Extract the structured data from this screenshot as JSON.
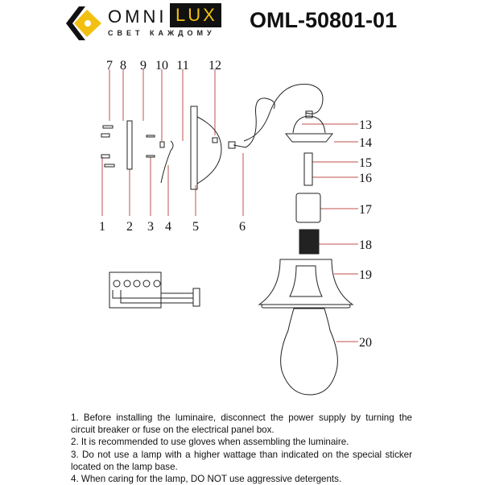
{
  "brand": {
    "name_part1": "OMNI",
    "name_part2": "LUX",
    "tagline": "СВЕТ КАЖДОМУ",
    "accent_color": "#f2c010"
  },
  "model": "OML-50801-01",
  "diagram": {
    "part_labels": [
      "1",
      "2",
      "3",
      "4",
      "5",
      "6",
      "7",
      "8",
      "9",
      "10",
      "11",
      "12",
      "13",
      "14",
      "15",
      "16",
      "17",
      "18",
      "19",
      "20"
    ],
    "leader_color": "#c0504d"
  },
  "instructions": [
    "1. Before installing the luminaire, disconnect the power supply by turning the circuit breaker or fuse on the electrical panel box.",
    "2. It is recommended to use gloves when assembling the luminaire.",
    "3. Do not use a lamp with a higher wattage than indicated on the special sticker located on the lamp base.",
    "4. When caring for the lamp, DO NOT use aggressive detergents."
  ]
}
